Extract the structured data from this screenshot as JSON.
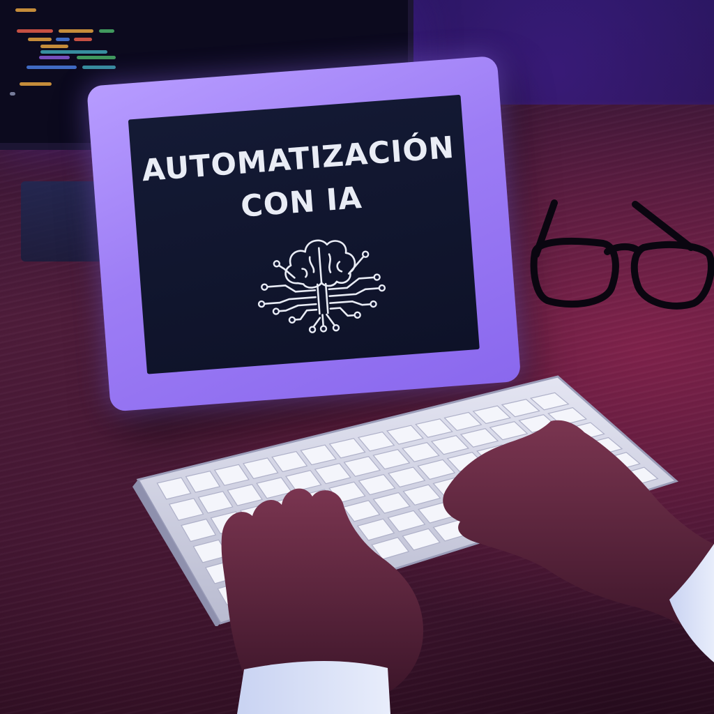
{
  "tablet": {
    "headline_line1": "AUTOMATIZACIÓN",
    "headline_line2": "CON IA",
    "icon": "brain-circuit-icon"
  },
  "colors": {
    "tablet_frame": "#9d7df5",
    "screen": "#121733",
    "headline": "#e9ecf5",
    "keyboard": "#d9dbe8"
  },
  "objects": {
    "background": "monitor-with-code",
    "glasses": "eyeglasses-icon",
    "keyboard": "wireless-keyboard"
  }
}
